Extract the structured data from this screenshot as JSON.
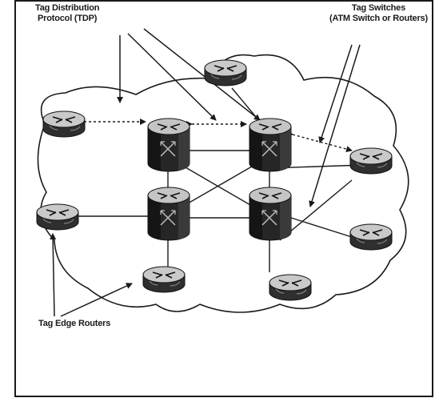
{
  "labels": {
    "tdp_line1": "Tag Distribution",
    "tdp_line2": "Protocol (TDP)",
    "switches_line1": "Tag Switches",
    "switches_line2": "(ATM Switch or Routers)",
    "edge_routers": "Tag Edge Routers"
  },
  "colors": {
    "line": "#1a1a1a",
    "device_dark": "#2b2b2b",
    "device_light": "#bdbdbd",
    "background": "#ffffff"
  },
  "icons": {
    "edge_router": "router-icon",
    "tag_switch": "atm-switch-icon"
  }
}
